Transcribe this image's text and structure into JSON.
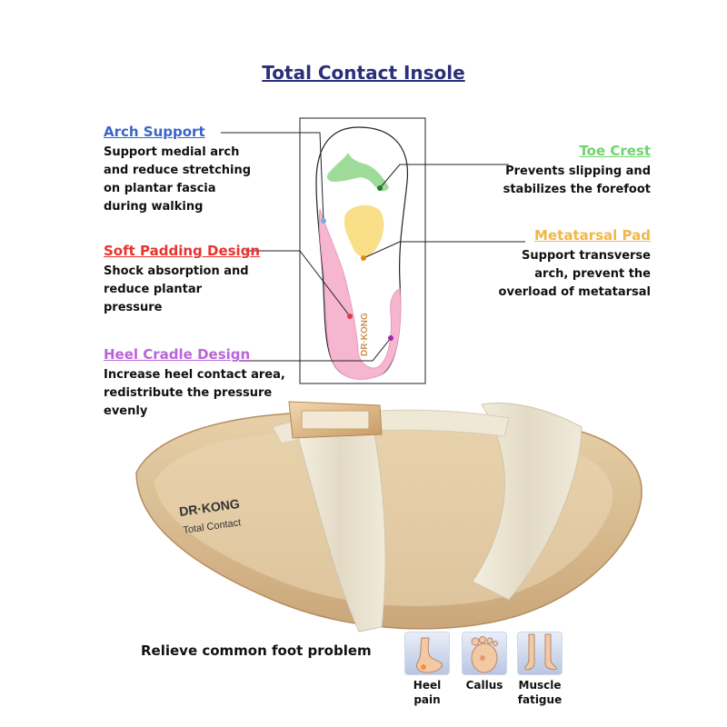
{
  "title": "Total Contact Insole",
  "features": {
    "arch_support": {
      "heading": "Arch Support",
      "desc": "Support medial arch\nand reduce stretching\non plantar fascia\nduring walking",
      "color": "#3a64c9"
    },
    "soft_padding": {
      "heading": "Soft Padding Design",
      "desc": "Shock absorption and\nreduce plantar\npressure",
      "color": "#e8322e"
    },
    "heel_cradle": {
      "heading": "Heel Cradle Design",
      "desc": "Increase heel contact area,\nredistribute the pressure\nevenly",
      "color": "#b964d8"
    },
    "toe_crest": {
      "heading": "Toe Crest",
      "desc": "Prevents slipping and\nstabilizes the forefoot",
      "color": "#6fd36f"
    },
    "metatarsal_pad": {
      "heading": "Metatarsal Pad",
      "desc": "Support transverse\narch, prevent the\noverload of metatarsal",
      "color": "#f2b64a"
    }
  },
  "insole_brand": "DR·KONG",
  "sandal": {
    "brand": "DR·KONG",
    "subtitle": "Total Contact"
  },
  "relieve_text": "Relieve common foot problem",
  "problems": [
    {
      "label": "Heel\npain",
      "icon": "heel-pain-icon"
    },
    {
      "label": "Callus",
      "icon": "callus-icon"
    },
    {
      "label": "Muscle\nfatigue",
      "icon": "muscle-fatigue-icon"
    }
  ]
}
